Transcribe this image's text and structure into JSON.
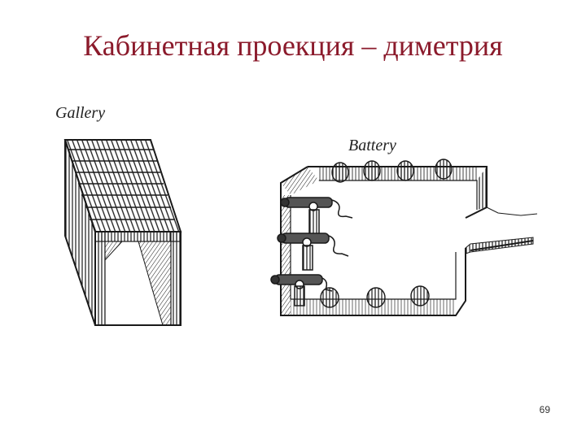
{
  "slide": {
    "title": "Кабинетная проекция – диметрия",
    "page_number": "69"
  },
  "figure": {
    "gallery_label": "Gallery",
    "battery_label": "Battery"
  },
  "colors": {
    "title": "#8b1a2b",
    "ink": "#1a1a1a"
  }
}
